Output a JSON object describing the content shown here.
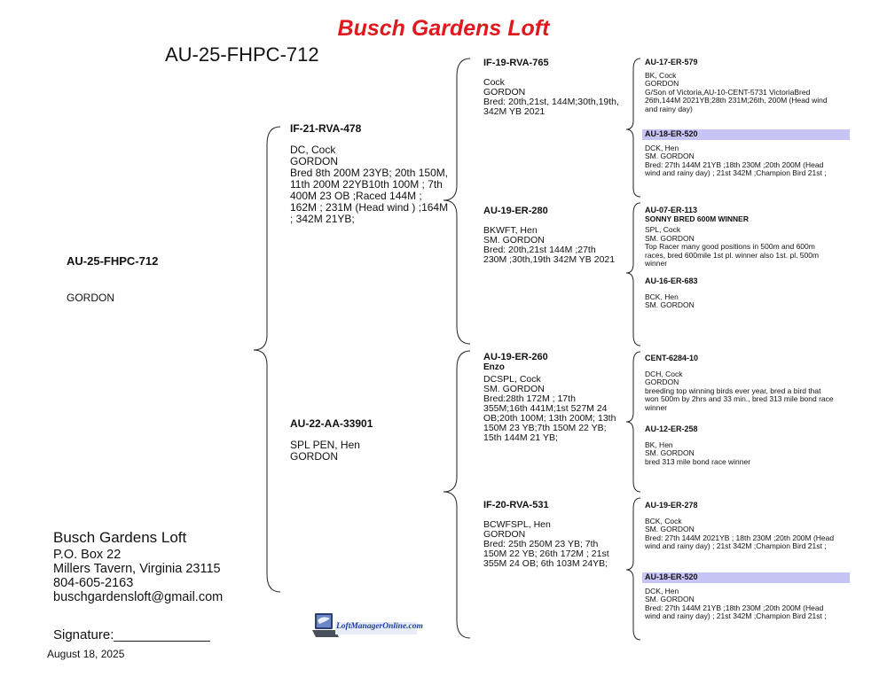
{
  "header": {
    "title": "Busch Gardens Loft",
    "title_color": "#e0191f",
    "band_id": "AU-25-FHPC-712"
  },
  "subject": {
    "id": "AU-25-FHPC-712",
    "strain": "GORDON"
  },
  "sire": {
    "id": "IF-21-RVA-478",
    "text": "DC, Cock\nGORDON\nBred 8th 200M 23YB; 20th 150M,\n11th 200M 22YB10th 100M ; 7th\n400M 23 OB ;Raced 144M ;\n162M ; 231M (Head wind ) ;164M\n; 342M 21YB;"
  },
  "dam": {
    "id": "AU-22-AA-33901",
    "text": "SPL PEN, Hen\nGORDON"
  },
  "gen2": [
    {
      "id": "IF-19-RVA-765",
      "sub": "",
      "text": "Cock\nGORDON\nBred: 20th,21st, 144M;30th,19th,\n342M YB 2021"
    },
    {
      "id": "AU-19-ER-280",
      "sub": "",
      "text": "BKWFT, Hen\nSM. GORDON\nBred: 20th,21st 144M ;27th\n230M ;30th,19th 342M YB 2021"
    },
    {
      "id": "AU-19-ER-260",
      "sub": "Enzo",
      "text": "DCSPL, Cock\nSM. GORDON\nBred:28th 172M ; 17th\n355M;16th 441M;1st 527M 24\nOB;20th 100M; 13th 200M; 13th\n150M 23 YB;7th 150M 22 YB;\n15th 144M 21 YB;"
    },
    {
      "id": "IF-20-RVA-531",
      "sub": "",
      "text": "BCWFSPL, Hen\nGORDON\nBred: 25th 250M 23 YB; 7th\n150M 22 YB; 26th 172M ; 21st\n355M 24 OB; 6th 103M 24YB;"
    }
  ],
  "gen3": [
    {
      "id": "AU-17-ER-579",
      "sub": "",
      "text": "BK, Cock\nGORDON\nG/Son of Victoria,AU-10-CENT-5731 VictoriaBred\n26th,144M 2021YB;28th 231M;26th, 200M (Head wind\nand rainy day)"
    },
    {
      "id": "AU-18-ER-520",
      "sub": "",
      "text": "DCK, Hen\nSM. GORDON\nBred: 27th 144M 21YB ;18th 230M ;20th 200M (Head\nwind and rainy day) ; 21st 342M ;Champion Bird 21st ;"
    },
    {
      "id": "AU-07-ER-113",
      "sub": "SONNY BRED 600M WINNER",
      "text": "SPL, Cock\nSM. GORDON\nTop Racer many good positions in 500m and 600m\nraces, bred 600mile 1st pl. winner also 1st. pl. 500m\nwinner"
    },
    {
      "id": "AU-16-ER-683",
      "sub": "",
      "text": "BCK, Hen\nSM. GORDON"
    },
    {
      "id": "CENT-6284-10",
      "sub": "",
      "text": "DCH, Cock\nGORDON\nbreeding top winning birds ever year, bred a bird that\nwon 500m by 2hrs and 33 min., bred 313 mile bond race\nwinner"
    },
    {
      "id": "AU-12-ER-258",
      "sub": "",
      "text": "BK, Hen\nSM. GORDON\nbred 313 mile bond race winner"
    },
    {
      "id": "AU-19-ER-278",
      "sub": "",
      "text": "BCK, Cock\nSM. GORDON\nBred: 27th 144M 2021YB ; 18th 230M ;20th 200M (Head\nwind and rainy day) ; 21st 342M ;Champion Bird 21st ;"
    },
    {
      "id": "AU-18-ER-520",
      "sub": "",
      "text": "DCK, Hen\nSM. GORDON\nBred: 27th 144M 21YB ;18th 230M ;20th 200M (Head\nwind and rainy day) ; 21st 342M ;Champion Bird 21st ;"
    }
  ],
  "footer": {
    "loft_name": "Busch Gardens Loft",
    "address1": "P.O. Box 22",
    "address2": "Millers Tavern, Virginia 23115",
    "phone": "804-605-2163",
    "email": "buschgardensloft@gmail.com",
    "signature": "Signature:_____________",
    "date": "August 18, 2025",
    "logo_text": "LoftManagerOnline.com"
  },
  "colors": {
    "highlight": "#c6c3f5",
    "logo_blue": "#1d3f9e"
  }
}
